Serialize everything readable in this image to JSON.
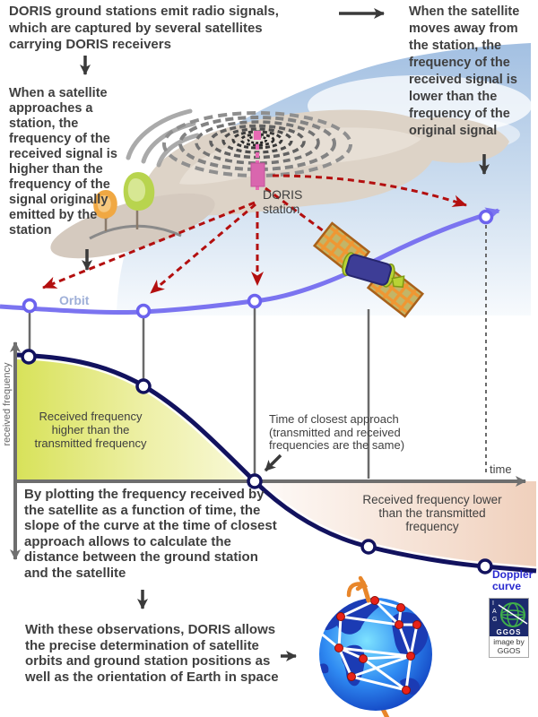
{
  "diagram": {
    "intro": "DORIS ground stations emit radio signals,\nwhich are captured by several satellites\ncarrying DORIS receivers",
    "move_away": "When the satellite\nmoves away from\nthe station, the\nfrequency of the\nreceived signal is\nlower than the\nfrequency of the\noriginal signal",
    "approach": "When a satellite\napproaches a\nstation, the\nfrequency of the\nreceived signal is\nhigher than the\nfrequency of the\nsignal originally\nemitted by the\nstation",
    "station_label": "DORIS\nstation",
    "orbit_label": "Orbit",
    "graph": {
      "y_axis_label": "received frequency",
      "x_axis_label": "time",
      "higher_note": "Received frequency\nhigher than the\ntransmitted frequency",
      "closest_note": "Time of closest approach\n(transmitted and received\nfrequencies are the same)",
      "lower_note": "Received frequency lower\nthan the transmitted\nfrequency",
      "curve_label": "Doppler\ncurve"
    },
    "plotting_note": "By plotting the frequency received by\nthe satellite as a function of time, the\nslope of the curve at the time of closest\napproach allows to calculate the\ndistance between the ground station\nand the satellite",
    "conclusion": "With these observations, DORIS allows\nthe precise determination of satellite\norbits and ground station positions as\nwell as the orientation of Earth in space",
    "credit": {
      "logo_letters": "I\nA\nG",
      "logo_text": "GGOS",
      "caption": "image by\nGGOS"
    },
    "colors": {
      "station_pink": "#d966ae",
      "signal_arrow_red": "#b30f0f",
      "orbit_blue": "#7b74f0",
      "doppler_curve_navy": "#12125e",
      "higher_area_yellow": "#d8e25a",
      "lower_area_pink": "#f0d0bc",
      "doppler_label_blue": "#2a2ad0",
      "sky_blue": "#aac6e4",
      "globe_blue": "#1e6cf0",
      "earth_axis_orange": "#e8862a",
      "network_node_red": "#e82218"
    }
  }
}
